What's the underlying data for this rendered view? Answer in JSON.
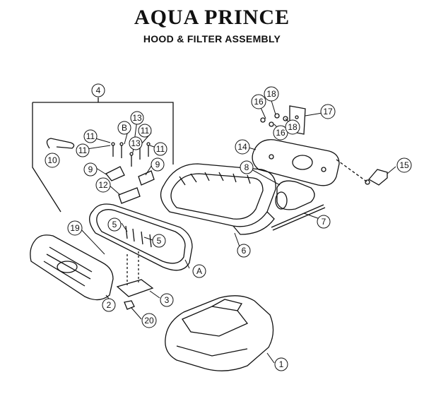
{
  "header": {
    "brand": "AQUA PRINCE",
    "title": "HOOD & FILTER ASSEMBLY"
  },
  "callouts": {
    "c1": "1",
    "c2": "2",
    "c3": "3",
    "c4": "4",
    "c5a": "5",
    "c5b": "5",
    "c6": "6",
    "c7": "7",
    "c8": "8",
    "c9a": "9",
    "c9b": "9",
    "c10": "10",
    "c11a": "11",
    "c11b": "11",
    "c11c": "11",
    "c11d": "11",
    "c12": "12",
    "c13a": "13",
    "c13b": "13",
    "c14": "14",
    "c15": "15",
    "c16a": "16",
    "c16b": "16",
    "c17": "17",
    "c18a": "18",
    "c18b": "18",
    "c19": "19",
    "c20": "20",
    "cA": "A",
    "cB": "B"
  }
}
